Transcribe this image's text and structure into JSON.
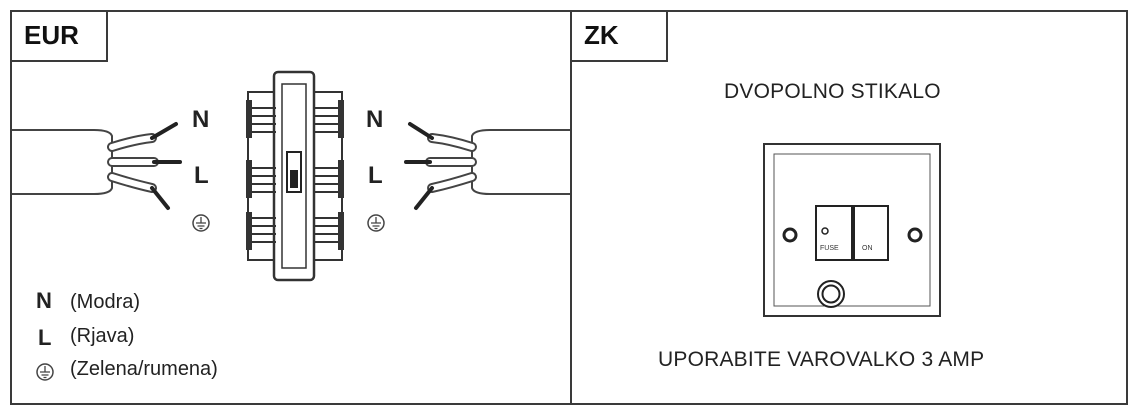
{
  "eur": {
    "title": "EUR",
    "left_terminals": {
      "neutral": "N",
      "live": "L"
    },
    "right_terminals": {
      "neutral": "N",
      "live": "L"
    },
    "legend": [
      {
        "symbol": "N",
        "text": "(Modra)"
      },
      {
        "symbol": "L",
        "text": "(Rjava)"
      },
      {
        "symbol": "earth-icon",
        "text": "(Zelena/rumena)"
      }
    ]
  },
  "zk": {
    "title": "ZK",
    "heading": "DVOPOLNO STIKALO",
    "fuse_label": "FUSE",
    "on_label": "ON",
    "footer": "UPORABITE VAROVALKO 3 AMP"
  },
  "colors": {
    "stroke": "#3a3a3a",
    "line": "#555555"
  }
}
